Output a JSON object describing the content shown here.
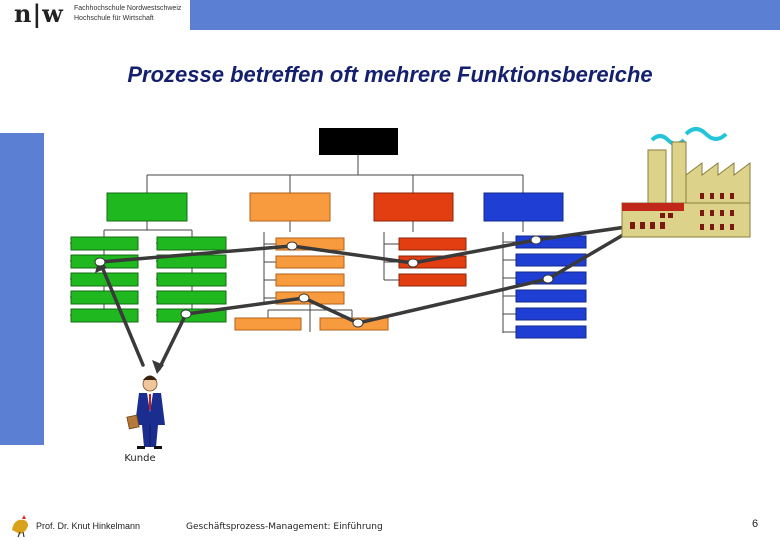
{
  "header": {
    "logo_mark": "n|w",
    "logo_line1": "Fachhochschule Nordwestschweiz",
    "logo_line2": "Hochschule für Wirtschaft"
  },
  "slide": {
    "title": "Prozesse betreffen oft mehrere Funktionsbereiche",
    "customer_label": "Kunde"
  },
  "footer": {
    "author": "Prof. Dr. Knut Hinkelmann",
    "course": "Geschäftsprozess-Management: Einführung",
    "page": "6"
  },
  "colors": {
    "accent_blue": "#5b7fd2",
    "top_box": "#000000",
    "green": "#1fb81f",
    "orange": "#f79b3e",
    "red": "#e23e12",
    "blue": "#1f3fd4",
    "title": "#14206e"
  },
  "icons": [
    "factory-icon",
    "businessman-icon",
    "rooster-logo-icon"
  ]
}
